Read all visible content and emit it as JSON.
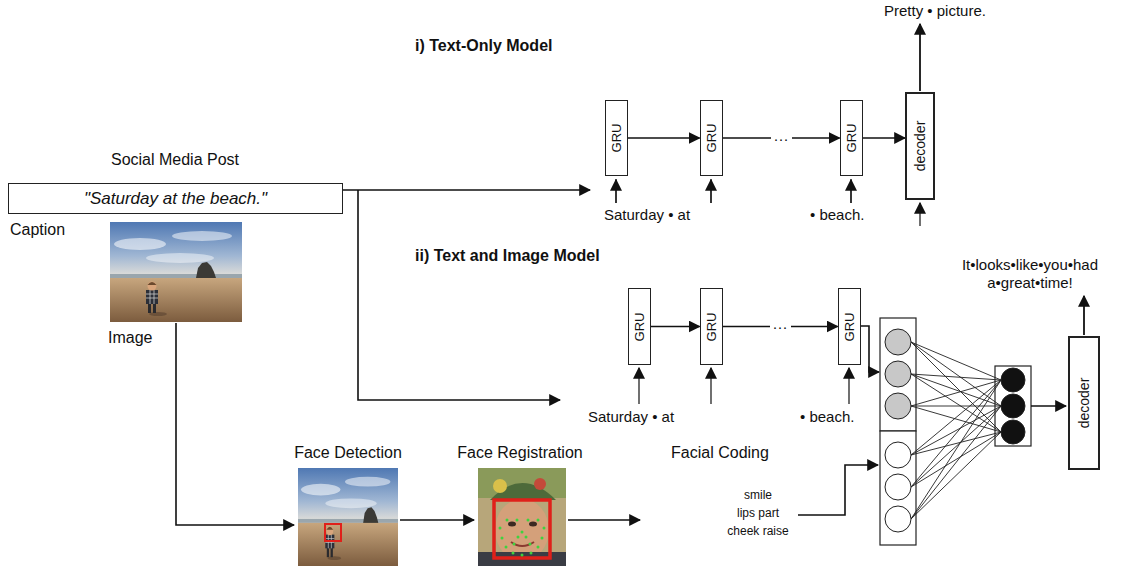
{
  "diagram": {
    "nodes": [
      {
        "text": [
          "\"Saturday at the beach.\""
        ]
      },
      {
        "text": [
          "GRU"
        ]
      },
      {
        "text": [
          "GRU"
        ]
      },
      {
        "text": [
          "GRU"
        ]
      },
      {
        "text": [
          "decoder"
        ]
      },
      {
        "text": [
          "GRU"
        ]
      },
      {
        "text": [
          "GRU"
        ]
      },
      {
        "text": [
          "GRU"
        ]
      },
      {
        "text": [
          "decoder"
        ]
      }
    ],
    "edges": [
      {
        "from": 1,
        "to": 2,
        "arrow": "to"
      },
      {
        "from": 2,
        "to": 3,
        "label": "···",
        "arrow": "to"
      },
      {
        "from": 3,
        "to": 4,
        "arrow": "to"
      },
      {
        "from": 5,
        "to": 6,
        "arrow": "to"
      },
      {
        "from": 6,
        "to": 7,
        "label": "···",
        "arrow": "to"
      }
    ],
    "labels": [
      "Social Media Post",
      "Caption",
      "Image",
      "i) Text-Only Model",
      "Pretty • picture.",
      "Saturday • at",
      "• beach.",
      "ii) Text and Image Model",
      "Saturday • at",
      "• beach.",
      "It•looks•like•you•had a•great•time!",
      "Face Detection",
      "Face Registration",
      "Facial Coding",
      "smile",
      "lips part",
      "cheek raise"
    ]
  }
}
